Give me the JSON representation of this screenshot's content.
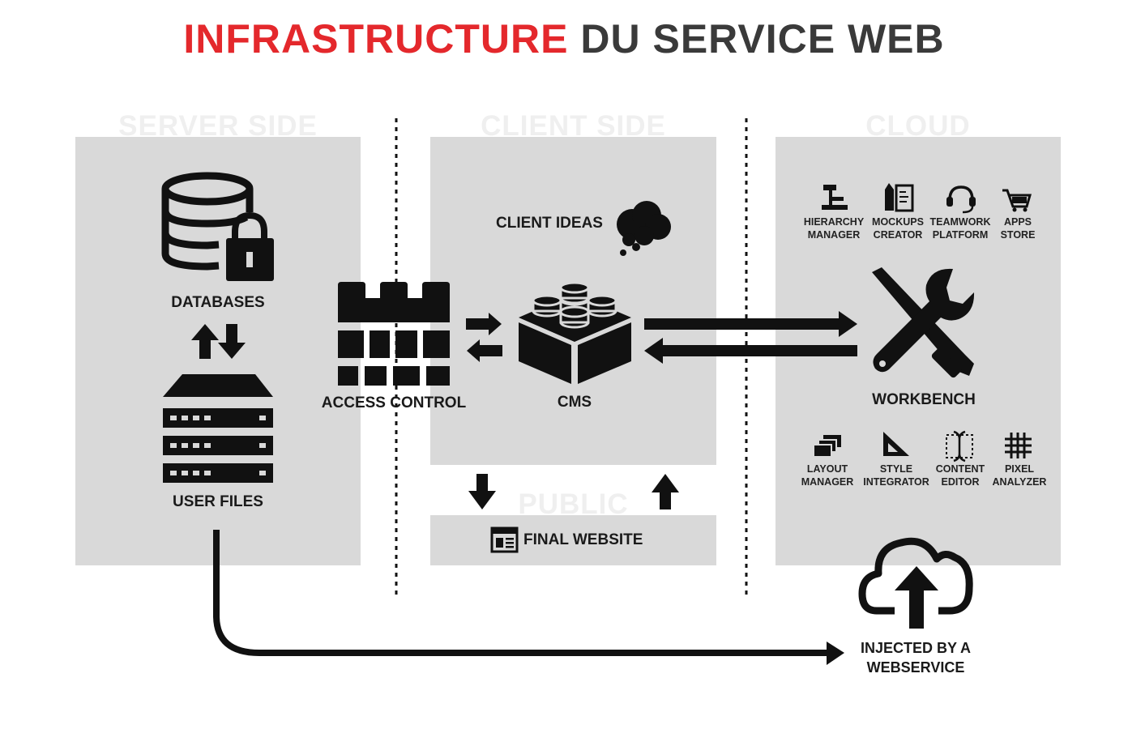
{
  "title": {
    "part1": "INFRASTRUCTURE",
    "part2": "DU SERVICE WEB"
  },
  "colors": {
    "accent": "#e4282c",
    "panel": "#d9d9d9",
    "ink": "#1a1a1a"
  },
  "zones": {
    "server": "SERVER SIDE",
    "client": "CLIENT SIDE",
    "cloud": "CLOUD",
    "public": "PUBLIC"
  },
  "nodes": {
    "databases": "DATABASES",
    "user_files": "USER FILES",
    "access_control": "ACCESS CONTROL",
    "client_ideas": "CLIENT IDEAS",
    "cms": "CMS",
    "final_website": "FINAL WEBSITE",
    "workbench": "WORKBENCH",
    "injected": [
      "INJECTED BY A",
      "WEBSERVICE"
    ]
  },
  "cloud_tools_top": [
    {
      "icon": "hierarchy-icon",
      "line1": "HIERARCHY",
      "line2": "MANAGER"
    },
    {
      "icon": "mockups-icon",
      "line1": "MOCKUPS",
      "line2": "CREATOR"
    },
    {
      "icon": "headset-icon",
      "line1": "TEAMWORK",
      "line2": "PLATFORM"
    },
    {
      "icon": "cart-icon",
      "line1": "APPS",
      "line2": "STORE"
    }
  ],
  "cloud_tools_bottom": [
    {
      "icon": "layers-icon",
      "line1": "LAYOUT",
      "line2": "MANAGER"
    },
    {
      "icon": "set-square-icon",
      "line1": "STYLE",
      "line2": "INTEGRATOR"
    },
    {
      "icon": "text-cursor-icon",
      "line1": "CONTENT",
      "line2": "EDITOR"
    },
    {
      "icon": "grid-icon",
      "line1": "PIXEL",
      "line2": "ANALYZER"
    }
  ]
}
